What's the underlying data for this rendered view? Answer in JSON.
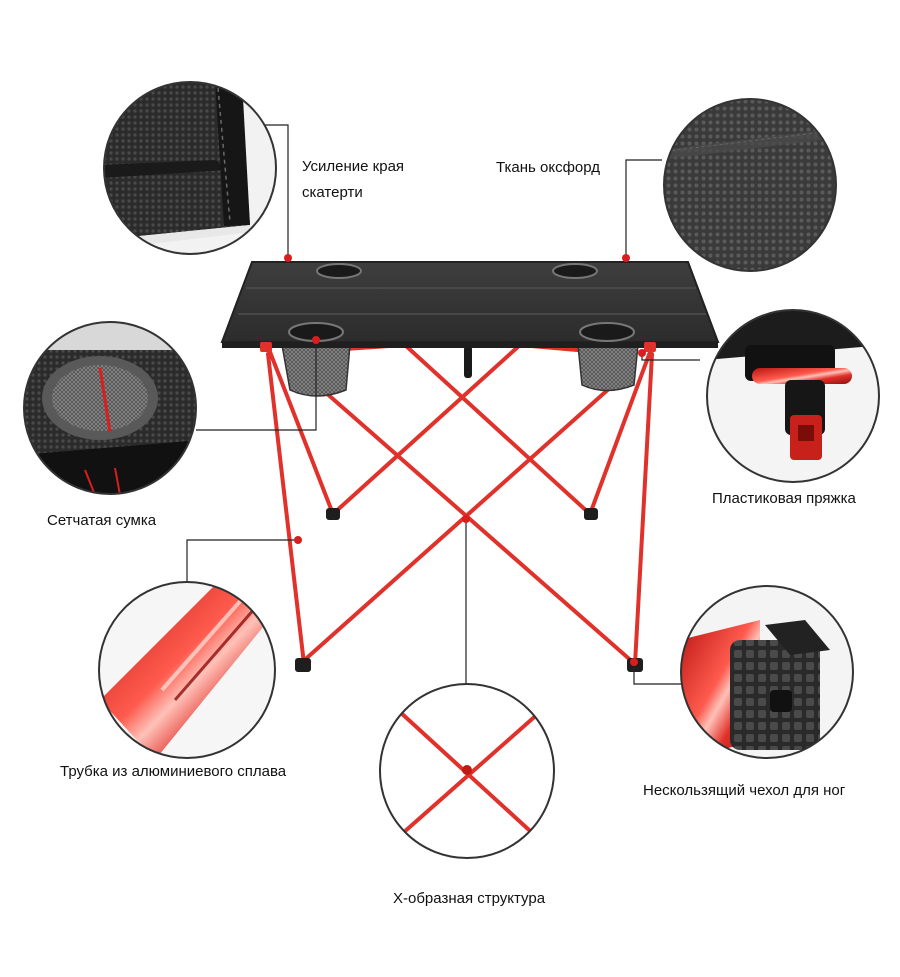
{
  "labels": {
    "edge": [
      "Усиление края",
      "скатерти"
    ],
    "oxford": "Ткань оксфорд",
    "mesh_bag": "Сетчатая сумка",
    "buckle": "Пластиковая пряжка",
    "tube": "Трубка из алюминиевого сплава",
    "foot_cover": "Нескользящий чехол для ног",
    "x_structure": "X-образная структура"
  },
  "colors": {
    "frame_red": "#e0312a",
    "callout_dot": "#d81e1e",
    "fabric": "#3a3a3a",
    "line": "#222222"
  },
  "icons": {
    "edge": "fabric-edge-closeup",
    "oxford": "oxford-fabric-closeup",
    "mesh_bag": "cup-holder-closeup",
    "buckle": "plastic-buckle-closeup",
    "tube": "aluminum-tube-closeup",
    "foot_cover": "rubber-foot-closeup",
    "x_structure": "x-joint-closeup"
  }
}
